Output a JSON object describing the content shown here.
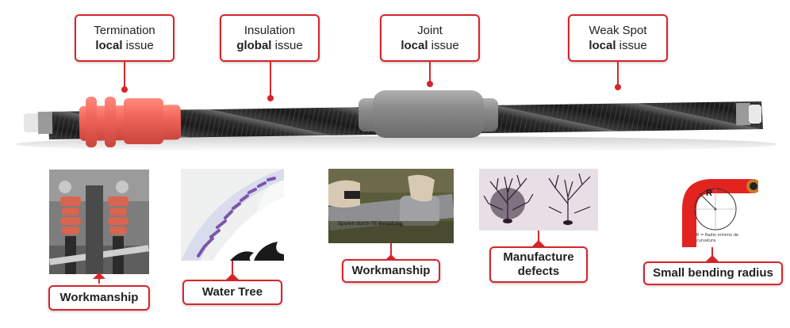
{
  "callouts": {
    "termination": {
      "line1": "Termination",
      "bold": "local",
      "rest": " issue"
    },
    "insulation": {
      "line1": "Insulation",
      "bold": "global",
      "rest": " issue"
    },
    "joint": {
      "line1": "Joint",
      "bold": "local",
      "rest": " issue"
    },
    "weak_spot": {
      "line1": "Weak Spot",
      "bold": "local",
      "rest": " issue"
    }
  },
  "labels": {
    "workmanship_termination": "Workmanship",
    "water_tree": "Water Tree",
    "workmanship_joint": "Workmanship",
    "manufacture_line1": "Manufacture",
    "manufacture_line2": "defects",
    "bending": "Small bending radius"
  },
  "photo_text": {
    "joint_caption": "Spuren durch TE-Belastung",
    "radius_letter": "R",
    "radius_caption": "R = Radio mínimo de curvatura"
  },
  "colors": {
    "accent": "#d6262b",
    "termination": "#f0645a",
    "joint": "#8a8a8a"
  }
}
